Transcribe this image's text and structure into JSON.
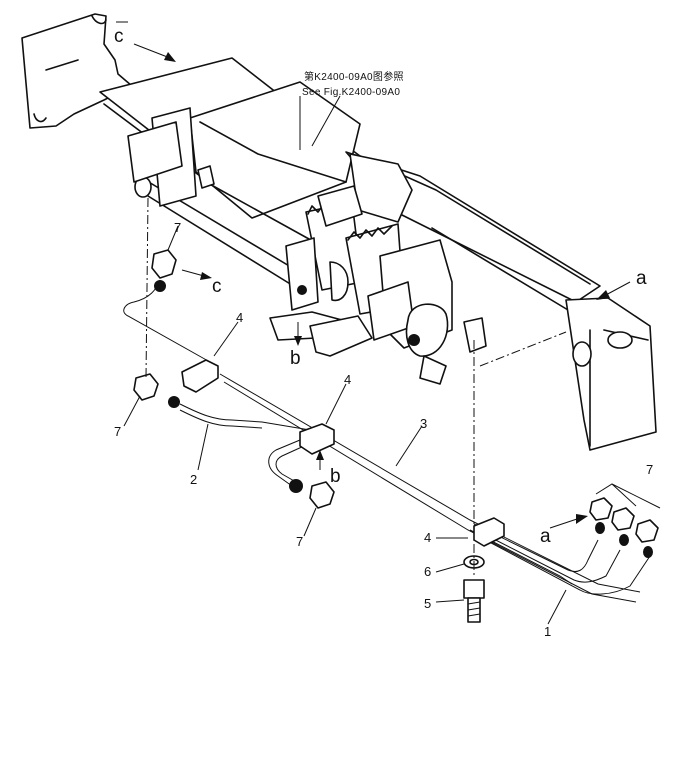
{
  "reference_note": {
    "line1": "第K2400-09A0图参照",
    "line2": "See Fig.K2400-09A0"
  },
  "part_numbers": {
    "p1": "1",
    "p2": "2",
    "p3": "3",
    "p4_upper": "4",
    "p4_middle": "4",
    "p4_lower": "4",
    "p5": "5",
    "p6": "6",
    "p7_top": "7",
    "p7_left": "7",
    "p7_bottom": "7",
    "p7_right": "7"
  },
  "view_letters": {
    "c_top": "c",
    "c_mid": "c",
    "a_right": "a",
    "a_lower": "a",
    "b_upper": "b",
    "b_lower": "b"
  }
}
